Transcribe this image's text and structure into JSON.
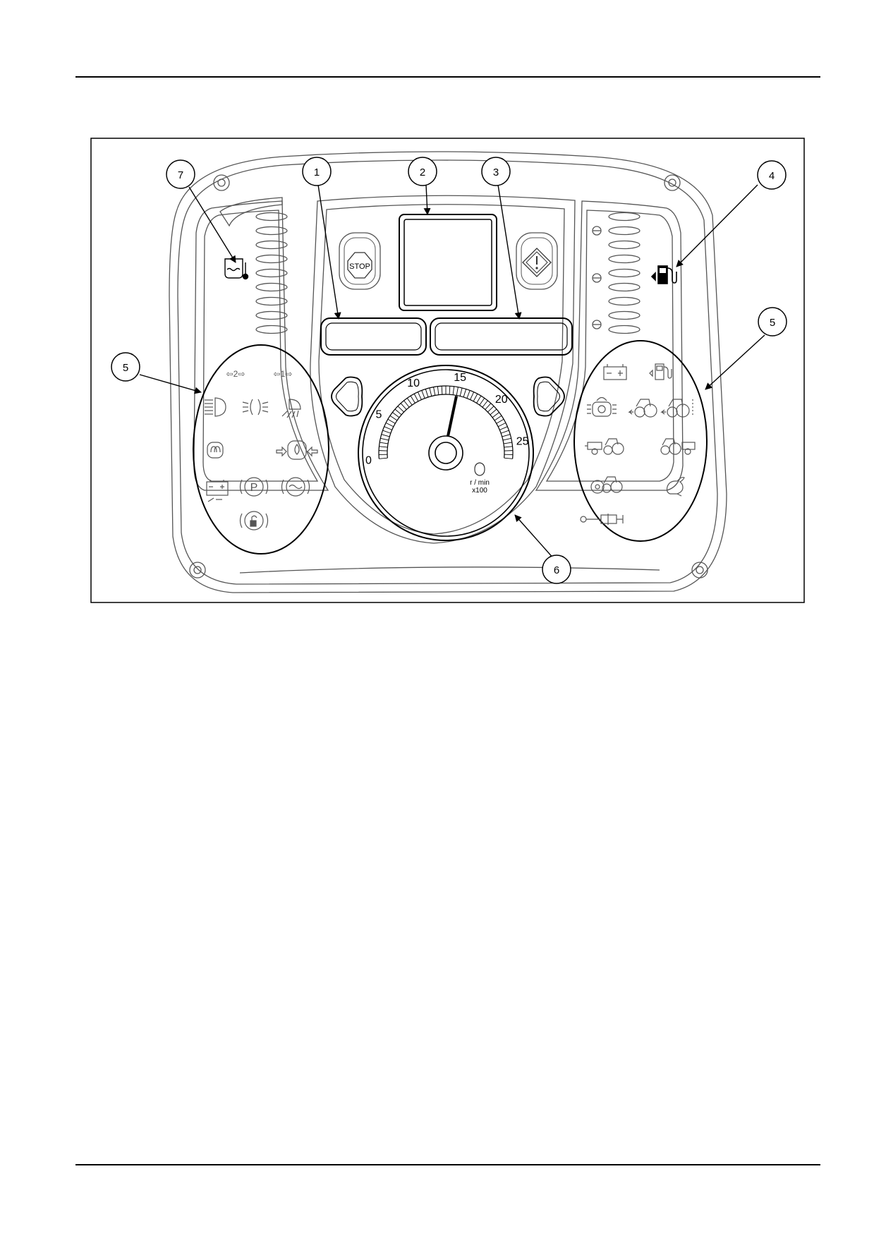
{
  "figure": {
    "callouts": [
      {
        "id": "c7",
        "label": "7"
      },
      {
        "id": "c1",
        "label": "1"
      },
      {
        "id": "c2",
        "label": "2"
      },
      {
        "id": "c3",
        "label": "3"
      },
      {
        "id": "c4",
        "label": "4"
      },
      {
        "id": "c5a",
        "label": "5"
      },
      {
        "id": "c5b",
        "label": "5"
      },
      {
        "id": "c6",
        "label": "6"
      }
    ],
    "stop_label": "STOP",
    "tachometer": {
      "ticks": [
        "0",
        "5",
        "10",
        "15",
        "20",
        "25"
      ],
      "unit_top": "r / min",
      "unit_bottom": "x100",
      "max_value": 27,
      "needle_value": 15
    },
    "indicators_left": [
      {
        "icon": "turn-signal-trailer-2-icon",
        "text": "⇦2⇨"
      },
      {
        "icon": "turn-signal-trailer-1-icon",
        "text": "⇦1⇨"
      },
      {
        "icon": "main-beam-icon"
      },
      {
        "icon": "side-lights-icon"
      },
      {
        "icon": "work-lights-icon"
      },
      {
        "icon": "glow-plug-icon"
      },
      {
        "icon": "engine-oil-pressure-icon"
      },
      {
        "icon": "battery-charge-icon"
      },
      {
        "icon": "parking-brake-icon",
        "text": "P"
      },
      {
        "icon": "brake-fluid-icon"
      },
      {
        "icon": "trailer-brake-icon"
      }
    ],
    "indicators_right": [
      {
        "icon": "battery-icon"
      },
      {
        "icon": "fuel-icon"
      },
      {
        "icon": "transmission-icon"
      },
      {
        "icon": "tractor-front-icon"
      },
      {
        "icon": "tractor-front-2-icon"
      },
      {
        "icon": "trailer-rear-icon"
      },
      {
        "icon": "trailer-front-icon"
      },
      {
        "icon": "steering-tractor-icon"
      },
      {
        "icon": "rabbit-speed-icon"
      },
      {
        "icon": "hydraulic-cylinder-icon"
      }
    ],
    "warning_icons": [
      {
        "icon": "coolant-temperature-icon"
      },
      {
        "icon": "low-fuel-icon"
      }
    ]
  }
}
